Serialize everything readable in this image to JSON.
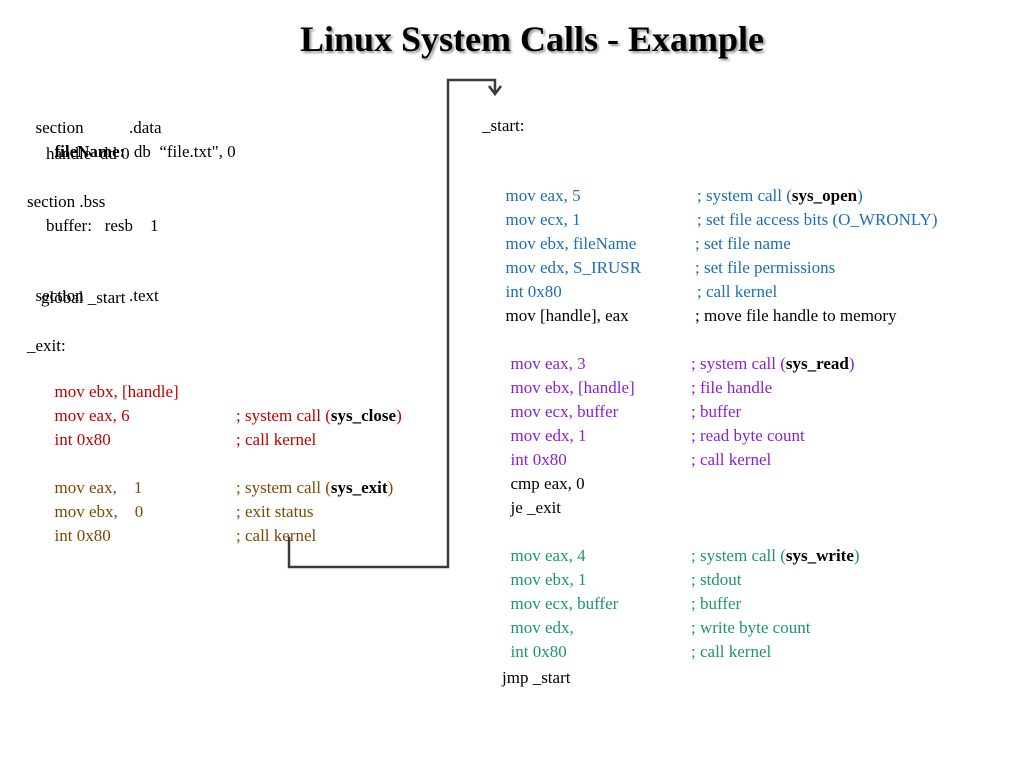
{
  "title": "Linux System Calls - Example",
  "left": {
    "data_section": {
      "header_a": "section",
      "header_b": ".data",
      "file_name_label": "fileName:",
      "file_name_rest": "db  “file.txt\", 0",
      "handle": "handle  dd 0"
    },
    "bss_section": {
      "header": "section .bss",
      "buffer": "buffer:   resb    1"
    },
    "text_section": {
      "header_a": "section",
      "header_b": ".text",
      "global": "global _start"
    },
    "exit_label": "_exit:",
    "exit_lines": [
      {
        "code": "mov ebx, [handle]",
        "comment": ""
      },
      {
        "code": "mov eax, 6",
        "comment_pre": "; system call (",
        "comment_bold": "sys_close",
        "comment_post": ")"
      },
      {
        "code": "int 0x80",
        "comment": "; call kernel"
      },
      {
        "code": "mov eax,    1",
        "comment_pre": "; system call (",
        "comment_bold": "sys_exit",
        "comment_post": ")"
      },
      {
        "code": "mov ebx,    0",
        "comment": "; exit status"
      },
      {
        "code": "int 0x80",
        "comment": "; call kernel"
      }
    ]
  },
  "right": {
    "start_label": "_start:",
    "open_block": [
      {
        "code": "mov eax, 5",
        "comment_pre": "; system call (",
        "comment_bold": "sys_open",
        "comment_post": ")"
      },
      {
        "code": "mov ecx, 1",
        "comment": "; set file access bits (O_WRONLY)"
      },
      {
        "code": "mov ebx, fileName",
        "comment": "; set file name"
      },
      {
        "code": "mov edx, S_IRUSR",
        "comment": "; set file permissions"
      },
      {
        "code": "int 0x80",
        "comment": "; call kernel"
      },
      {
        "code": "mov [handle], eax",
        "comment": "; move file handle to memory"
      }
    ],
    "read_block": [
      {
        "code": "mov eax, 3",
        "comment_pre": "; system call (",
        "comment_bold": "sys_read",
        "comment_post": ")"
      },
      {
        "code": "mov ebx, [handle]",
        "comment": "; file handle"
      },
      {
        "code": "mov ecx, buffer",
        "comment": "; buffer"
      },
      {
        "code": "mov edx, 1",
        "comment": "; read byte count"
      },
      {
        "code": "int 0x80",
        "comment": "; call kernel"
      },
      {
        "code": "cmp eax, 0",
        "comment": ""
      },
      {
        "code": "je _exit",
        "comment": ""
      }
    ],
    "write_block": [
      {
        "code": "mov eax, 4",
        "comment_pre": "; system call (",
        "comment_bold": "sys_write",
        "comment_post": ")"
      },
      {
        "code": "mov ebx, 1",
        "comment": "; stdout"
      },
      {
        "code": "mov ecx, buffer",
        "comment": "; buffer"
      },
      {
        "code": "mov edx,",
        "comment": "; write byte count"
      },
      {
        "code": "int 0x80",
        "comment": "; call kernel"
      }
    ],
    "jmp_line": "jmp _start"
  },
  "colors": {
    "open": "#1b6fb5",
    "close": "#c00000",
    "exit": "#7a4a00",
    "read": "#8b1fd6",
    "write": "#1a9670"
  }
}
